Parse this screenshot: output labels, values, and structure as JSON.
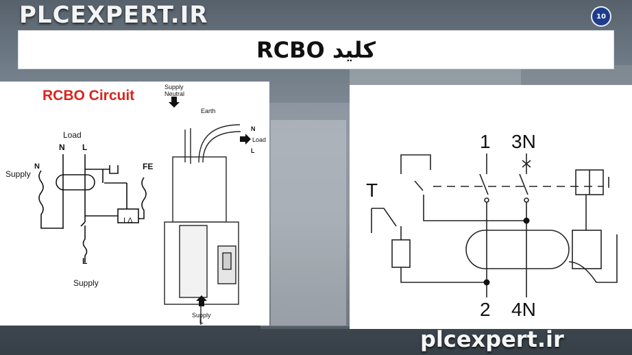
{
  "slide": {
    "logo_top": "PLCEXPERT.IR",
    "logo_bottom": "plcexpert.ir",
    "page_number": "10",
    "title": "کلید RCBO"
  },
  "left_diagram": {
    "heading": "RCBO Circuit",
    "load_label": "Load",
    "n_label": "N",
    "l_label": "L",
    "supply_left_label": "Supply",
    "fe_label": "FE",
    "test_label": "I Δ",
    "bottom_l_label": "L",
    "bottom_supply_label": "Supply",
    "supply_neutral_top": "Supply",
    "supply_neutral_bottom": "Neutral",
    "earth_label": "Earth",
    "load_n": "N",
    "load_label2": "Load",
    "load_l": "L",
    "supply_l_top": "Supply",
    "supply_l_bottom": "L"
  },
  "right_diagram": {
    "terminal_1": "1",
    "terminal_3n": "3N",
    "terminal_t": "T",
    "terminal_2": "2",
    "terminal_4n": "4N"
  },
  "colors": {
    "heading_red": "#d9241c",
    "badge_blue": "#1d3c8c"
  }
}
